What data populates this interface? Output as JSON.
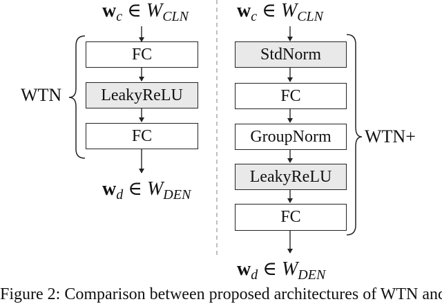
{
  "left": {
    "input": {
      "vec": "w",
      "sub": "c",
      "set": "W",
      "set_sub": "CLN"
    },
    "blocks": [
      "FC",
      "LeakyReLU",
      "FC"
    ],
    "brace_label": "WTN",
    "output": {
      "vec": "w",
      "sub": "d",
      "set": "W",
      "set_sub": "DEN"
    }
  },
  "right": {
    "input": {
      "vec": "w",
      "sub": "c",
      "set": "W",
      "set_sub": "CLN"
    },
    "blocks": [
      "StdNorm",
      "FC",
      "GroupNorm",
      "LeakyReLU",
      "FC"
    ],
    "brace_label": "WTN+",
    "output": {
      "vec": "w",
      "sub": "d",
      "set": "W",
      "set_sub": "DEN"
    }
  },
  "highlighted": [
    "LeakyReLU",
    "StdNorm"
  ],
  "colors": {
    "highlight": "#e9e9e9",
    "stroke": "#222222",
    "divider": "#aaaaaa"
  },
  "caption": "Figure 2: Comparison between proposed architectures of WTN and"
}
